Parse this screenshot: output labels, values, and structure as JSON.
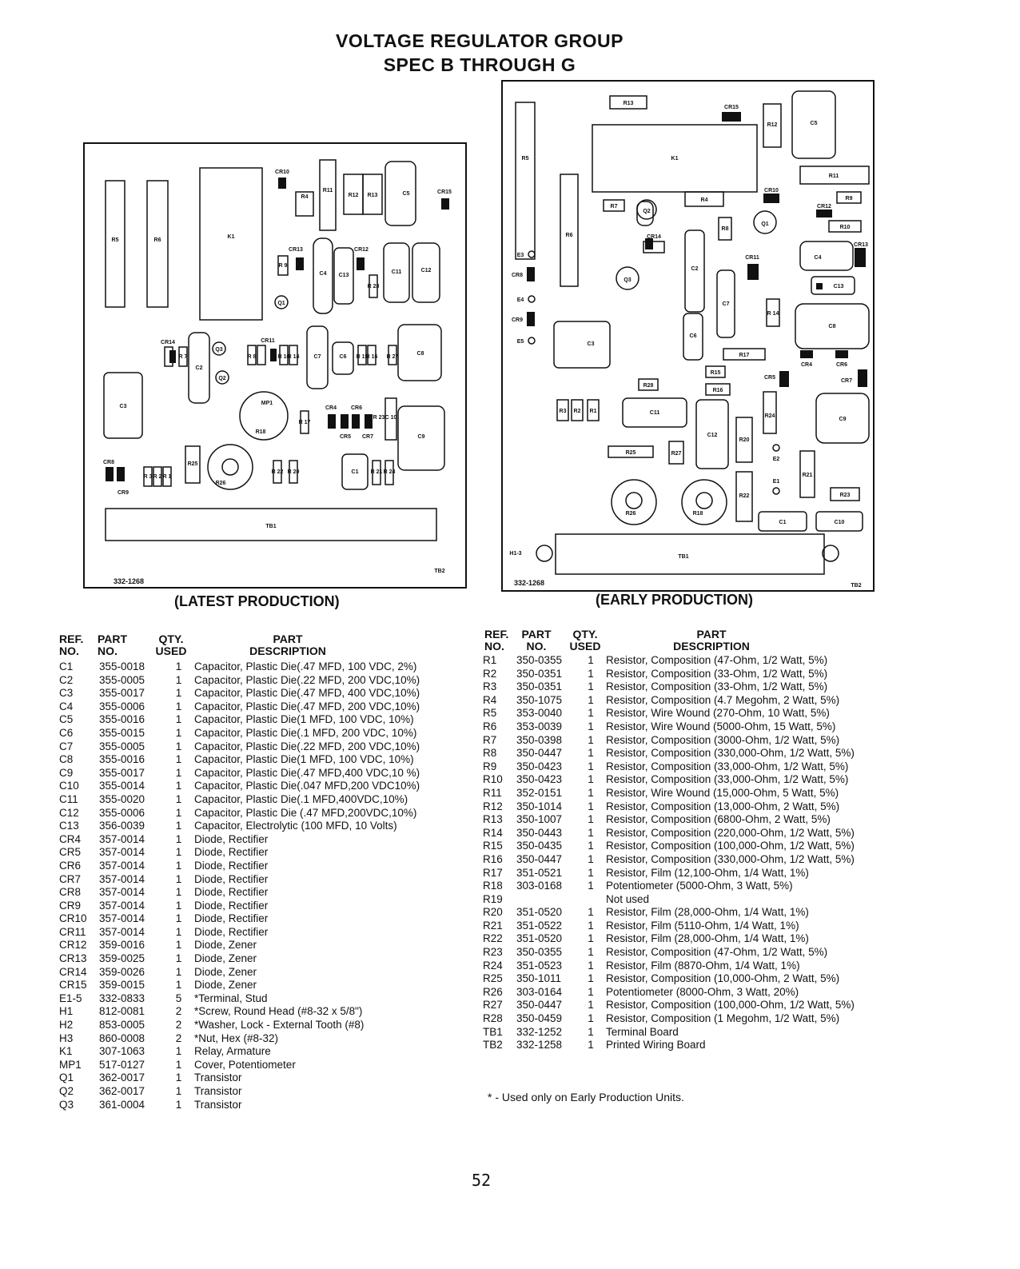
{
  "title_line1": "VOLTAGE REGULATOR GROUP",
  "title_line2": "SPEC B THROUGH G",
  "latest": {
    "caption": "(LATEST PRODUCTION)",
    "board_no": "332-1268",
    "labels": {
      "R5": "R5",
      "R6": "R6",
      "K1": "K1",
      "CR10": "CR10",
      "R4": "R4",
      "R11": "R11",
      "R12": "R12",
      "R13": "R13",
      "C5": "C5",
      "CR15": "CR15",
      "CR13": "CR13",
      "R9": "R 9",
      "C4": "C4",
      "CR12": "CR12",
      "C13": "C13",
      "R28": "R 28",
      "C11": "C11",
      "C12": "C12",
      "Q1": "Q1",
      "CR14": "CR14",
      "R7": "R 7",
      "C2": "C2",
      "Q3": "Q3",
      "Q2": "Q2",
      "CR11": "CR11",
      "R8": "R 8",
      "R10": "R 10",
      "R14": "R 14",
      "C7": "C7",
      "C6": "C6",
      "R15": "R 15",
      "R16": "R 16",
      "R27": "R 27",
      "C8": "C8",
      "C3": "C3",
      "MP1": "MP1",
      "R18": "R18",
      "R17": "R 17",
      "CR4": "CR4",
      "CR6": "CR6",
      "CR5": "CR5",
      "CR7": "CR7",
      "R23": "R 23",
      "C10": "C 10",
      "C9": "C9",
      "CR8": "CR8",
      "CR9": "CR9",
      "R3": "R 3",
      "R2": "R 2",
      "R1": "R 1",
      "R25": "R25",
      "R26": "R26",
      "R22": "R 22",
      "R20": "R 20",
      "C1": "C1",
      "R21": "R 21",
      "R24": "R 24",
      "TB1": "TB1",
      "TB2": "TB2"
    }
  },
  "early": {
    "caption": "(EARLY PRODUCTION)",
    "board_no": "332-1268",
    "labels": {
      "R13": "R13",
      "CR15": "CR15",
      "R12": "R12",
      "C5": "C5",
      "R5": "R5",
      "K1": "K1",
      "R11": "R11",
      "CR10": "CR10",
      "R9": "R9",
      "R7": "R7",
      "Q2": "Q2",
      "R4": "R4",
      "CR12": "CR12",
      "R10": "R10",
      "R8": "R8",
      "Q1": "Q1",
      "R6": "R6",
      "E3": "E3",
      "CR14": "CR14",
      "CR8": "CR8",
      "C2": "C2",
      "CR11": "CR11",
      "C4": "C4",
      "CR13": "CR13",
      "Q3": "Q3",
      "C13": "C13",
      "E4": "E4",
      "C7": "C7",
      "CR9": "CR9",
      "R14": "R 14",
      "C8": "C8",
      "C6": "C6",
      "E5": "E5",
      "C3": "C3",
      "R17": "R17",
      "CR4": "CR4",
      "CR6": "CR6",
      "R15": "R15",
      "CR5": "CR5",
      "CR7": "CR7",
      "R28": "R28",
      "R16": "R16",
      "R3": "R3",
      "R2": "R2",
      "R1": "R1",
      "C11": "C11",
      "C12": "C12",
      "R24": "R24",
      "C9": "C9",
      "R20": "R20",
      "R25": "R25",
      "R27": "R27",
      "E2": "E2",
      "E1": "E1",
      "R21": "R21",
      "R23": "R23",
      "R26": "R26",
      "R18": "R18",
      "R22": "R22",
      "C1": "C1",
      "C10": "C10",
      "H1-3": "H1-3",
      "TB1": "TB1",
      "TB2": "TB2"
    }
  },
  "headers": {
    "ref": [
      "REF.",
      "NO."
    ],
    "part": [
      "PART",
      "NO."
    ],
    "qty": [
      "QTY.",
      "USED"
    ],
    "desc": [
      "PART",
      "DESCRIPTION"
    ]
  },
  "left_rows": [
    {
      "ref": "C1",
      "part": "355-0018",
      "qty": "1",
      "desc": "Capacitor, Plastic Die(.47 MFD, 100 VDC, 2%)"
    },
    {
      "ref": "C2",
      "part": "355-0005",
      "qty": "1",
      "desc": "Capacitor, Plastic Die(.22 MFD, 200 VDC,10%)"
    },
    {
      "ref": "C3",
      "part": "355-0017",
      "qty": "1",
      "desc": "Capacitor, Plastic Die(.47 MFD, 400 VDC,10%)"
    },
    {
      "ref": "C4",
      "part": "355-0006",
      "qty": "1",
      "desc": "Capacitor, Plastic Die(.47 MFD, 200 VDC,10%)"
    },
    {
      "ref": "C5",
      "part": "355-0016",
      "qty": "1",
      "desc": "Capacitor, Plastic Die(1 MFD, 100 VDC, 10%)"
    },
    {
      "ref": "C6",
      "part": "355-0015",
      "qty": "1",
      "desc": "Capacitor, Plastic Die(.1 MFD, 200 VDC, 10%)"
    },
    {
      "ref": "C7",
      "part": "355-0005",
      "qty": "1",
      "desc": "Capacitor, Plastic Die(.22 MFD, 200 VDC,10%)"
    },
    {
      "ref": "C8",
      "part": "355-0016",
      "qty": "1",
      "desc": "Capacitor, Plastic Die(1 MFD, 100 VDC, 10%)"
    },
    {
      "ref": "C9",
      "part": "355-0017",
      "qty": "1",
      "desc": "Capacitor, Plastic Die(.47 MFD,400 VDC,10 %)"
    },
    {
      "ref": "C10",
      "part": "355-0014",
      "qty": "1",
      "desc": "Capacitor, Plastic Die(.047 MFD,200 VDC10%)"
    },
    {
      "ref": "C11",
      "part": "355-0020",
      "qty": "1",
      "desc": "Capacitor, Plastic Die(.1 MFD,400VDC,10%)"
    },
    {
      "ref": "C12",
      "part": "355-0006",
      "qty": "1",
      "desc": "Capacitor, Plastic Die (.47 MFD,200VDC,10%)"
    },
    {
      "ref": "C13",
      "part": "356-0039",
      "qty": "1",
      "desc": "Capacitor, Electrolytic (100 MFD, 10 Volts)"
    },
    {
      "ref": "CR4",
      "part": "357-0014",
      "qty": "1",
      "desc": "Diode, Rectifier"
    },
    {
      "ref": "CR5",
      "part": "357-0014",
      "qty": "1",
      "desc": "Diode, Rectifier"
    },
    {
      "ref": "CR6",
      "part": "357-0014",
      "qty": "1",
      "desc": "Diode, Rectifier"
    },
    {
      "ref": "CR7",
      "part": "357-0014",
      "qty": "1",
      "desc": "Diode, Rectifier"
    },
    {
      "ref": "CR8",
      "part": "357-0014",
      "qty": "1",
      "desc": "Diode, Rectifier"
    },
    {
      "ref": "CR9",
      "part": "357-0014",
      "qty": "1",
      "desc": "Diode, Rectifier"
    },
    {
      "ref": "CR10",
      "part": "357-0014",
      "qty": "1",
      "desc": "Diode, Rectifier"
    },
    {
      "ref": "CR11",
      "part": "357-0014",
      "qty": "1",
      "desc": "Diode, Rectifier"
    },
    {
      "ref": "CR12",
      "part": "359-0016",
      "qty": "1",
      "desc": "Diode, Zener"
    },
    {
      "ref": "CR13",
      "part": "359-0025",
      "qty": "1",
      "desc": "Diode, Zener"
    },
    {
      "ref": "CR14",
      "part": "359-0026",
      "qty": "1",
      "desc": "Diode, Zener"
    },
    {
      "ref": "CR15",
      "part": "359-0015",
      "qty": "1",
      "desc": "Diode, Zener"
    },
    {
      "ref": "E1-5",
      "part": "332-0833",
      "qty": "5",
      "desc": "*Terminal, Stud"
    },
    {
      "ref": "H1",
      "part": "812-0081",
      "qty": "2",
      "desc": "*Screw, Round Head (#8-32 x 5/8\")"
    },
    {
      "ref": "H2",
      "part": "853-0005",
      "qty": "2",
      "desc": "*Washer, Lock - External Tooth (#8)"
    },
    {
      "ref": "H3",
      "part": "860-0008",
      "qty": "2",
      "desc": "*Nut, Hex (#8-32)"
    },
    {
      "ref": "K1",
      "part": "307-1063",
      "qty": "1",
      "desc": "Relay, Armature"
    },
    {
      "ref": "MP1",
      "part": "517-0127",
      "qty": "1",
      "desc": "Cover, Potentiometer"
    },
    {
      "ref": "Q1",
      "part": "362-0017",
      "qty": "1",
      "desc": "Transistor"
    },
    {
      "ref": "Q2",
      "part": "362-0017",
      "qty": "1",
      "desc": "Transistor"
    },
    {
      "ref": "Q3",
      "part": "361-0004",
      "qty": "1",
      "desc": "Transistor"
    }
  ],
  "right_rows": [
    {
      "ref": "R1",
      "part": "350-0355",
      "qty": "1",
      "desc": "Resistor, Composition (47-Ohm, 1/2 Watt, 5%)"
    },
    {
      "ref": "R2",
      "part": "350-0351",
      "qty": "1",
      "desc": "Resistor, Composition (33-Ohm, 1/2 Watt, 5%)"
    },
    {
      "ref": "R3",
      "part": "350-0351",
      "qty": "1",
      "desc": "Resistor, Composition (33-Ohm, 1/2 Watt, 5%)"
    },
    {
      "ref": "R4",
      "part": "350-1075",
      "qty": "1",
      "desc": "Resistor, Composition (4.7 Megohm, 2 Watt, 5%)"
    },
    {
      "ref": "R5",
      "part": "353-0040",
      "qty": "1",
      "desc": "Resistor, Wire Wound (270-Ohm, 10 Watt, 5%)"
    },
    {
      "ref": "R6",
      "part": "353-0039",
      "qty": "1",
      "desc": "Resistor, Wire Wound (5000-Ohm, 15 Watt, 5%)"
    },
    {
      "ref": "R7",
      "part": "350-0398",
      "qty": "1",
      "desc": "Resistor, Composition (3000-Ohm, 1/2 Watt, 5%)"
    },
    {
      "ref": "R8",
      "part": "350-0447",
      "qty": "1",
      "desc": "Resistor, Composition (330,000-Ohm, 1/2 Watt, 5%)"
    },
    {
      "ref": "R9",
      "part": "350-0423",
      "qty": "1",
      "desc": "Resistor, Composition (33,000-Ohm, 1/2 Watt, 5%)"
    },
    {
      "ref": "R10",
      "part": "350-0423",
      "qty": "1",
      "desc": "Resistor, Composition (33,000-Ohm, 1/2 Watt, 5%)"
    },
    {
      "ref": "R11",
      "part": "352-0151",
      "qty": "1",
      "desc": "Resistor, Wire Wound (15,000-Ohm, 5 Watt, 5%)"
    },
    {
      "ref": "R12",
      "part": "350-1014",
      "qty": "1",
      "desc": "Resistor, Composition (13,000-Ohm, 2 Watt, 5%)"
    },
    {
      "ref": "R13",
      "part": "350-1007",
      "qty": "1",
      "desc": "Resistor, Composition (6800-Ohm, 2 Watt, 5%)"
    },
    {
      "ref": "R14",
      "part": "350-0443",
      "qty": "1",
      "desc": "Resistor, Composition (220,000-Ohm, 1/2 Watt, 5%)"
    },
    {
      "ref": "R15",
      "part": "350-0435",
      "qty": "1",
      "desc": "Resistor, Composition (100,000-Ohm, 1/2 Watt, 5%)"
    },
    {
      "ref": "R16",
      "part": "350-0447",
      "qty": "1",
      "desc": "Resistor, Composition (330,000-Ohm, 1/2 Watt, 5%)"
    },
    {
      "ref": "R17",
      "part": "351-0521",
      "qty": "1",
      "desc": "Resistor, Film (12,100-Ohm, 1/4 Watt, 1%)"
    },
    {
      "ref": "R18",
      "part": "303-0168",
      "qty": "1",
      "desc": "Potentiometer (5000-Ohm, 3 Watt, 5%)"
    },
    {
      "ref": "R19",
      "part": "",
      "qty": "",
      "desc": "Not used"
    },
    {
      "ref": "R20",
      "part": "351-0520",
      "qty": "1",
      "desc": "Resistor, Film (28,000-Ohm, 1/4 Watt, 1%)"
    },
    {
      "ref": "R21",
      "part": "351-0522",
      "qty": "1",
      "desc": "Resistor, Film (5110-Ohm, 1/4 Watt, 1%)"
    },
    {
      "ref": "R22",
      "part": "351-0520",
      "qty": "1",
      "desc": "Resistor, Film (28,000-Ohm, 1/4 Watt, 1%)"
    },
    {
      "ref": "R23",
      "part": "350-0355",
      "qty": "1",
      "desc": "Resistor, Composition (47-Ohm, 1/2 Watt, 5%)"
    },
    {
      "ref": "R24",
      "part": "351-0523",
      "qty": "1",
      "desc": "Resistor, Film (8870-Ohm, 1/4 Watt, 1%)"
    },
    {
      "ref": "R25",
      "part": "350-1011",
      "qty": "1",
      "desc": "Resistor, Composition (10,000-Ohm, 2 Watt, 5%)"
    },
    {
      "ref": "R26",
      "part": "303-0164",
      "qty": "1",
      "desc": "Potentiometer (8000-Ohm, 3 Watt, 20%)"
    },
    {
      "ref": "R27",
      "part": "350-0447",
      "qty": "1",
      "desc": "Resistor, Composition (100,000-Ohm, 1/2 Watt, 5%)"
    },
    {
      "ref": "R28",
      "part": "350-0459",
      "qty": "1",
      "desc": "Resistor, Composition (1 Megohm, 1/2 Watt, 5%)"
    },
    {
      "ref": "TB1",
      "part": "332-1252",
      "qty": "1",
      "desc": "Terminal Board"
    },
    {
      "ref": "TB2",
      "part": "332-1258",
      "qty": "1",
      "desc": "Printed Wiring Board"
    }
  ],
  "footnote": "* - Used only on Early Production Units.",
  "page_number": "52"
}
